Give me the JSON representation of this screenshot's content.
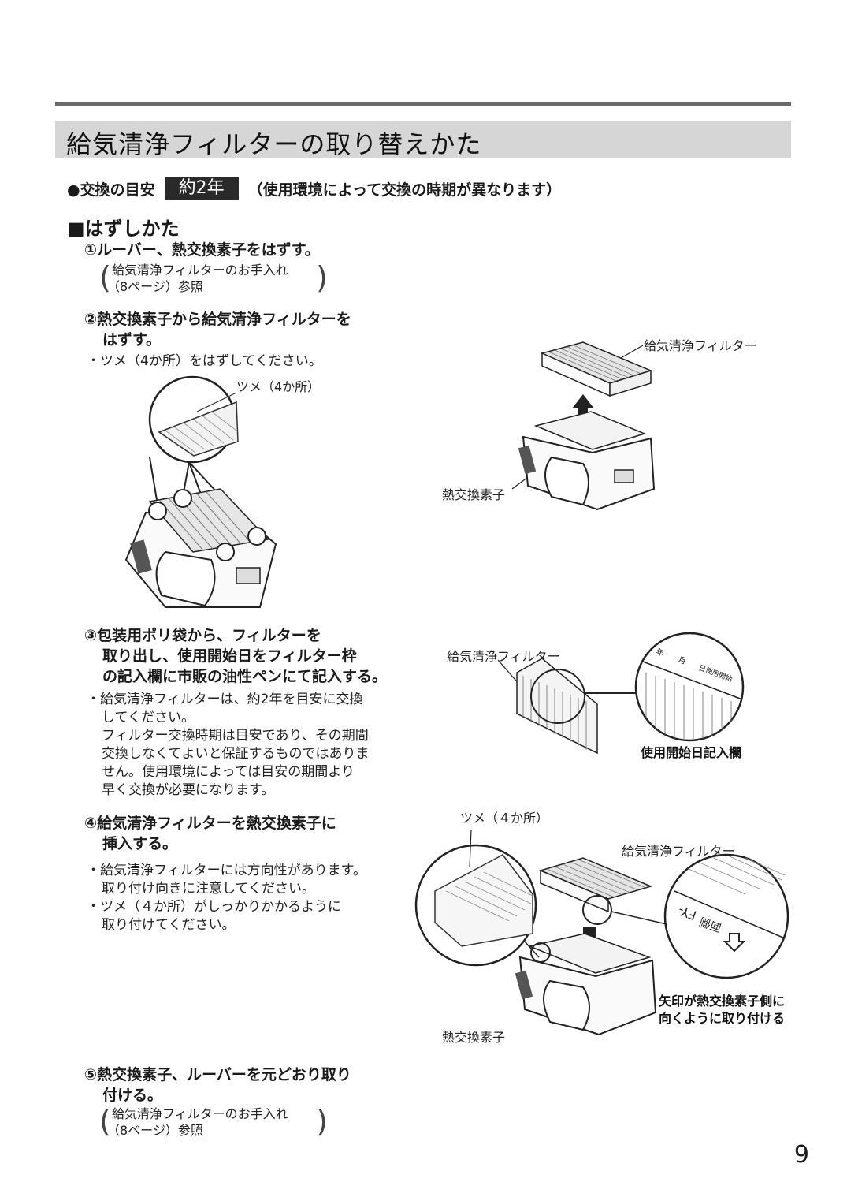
{
  "page": {
    "title": "給気清浄フィルターの取り替えかた",
    "guide": {
      "prefix": "●交換の目安",
      "badge": "約2年",
      "suffix": "（使用環境によって交換の時期が異なります）"
    },
    "section_heading": "■はずしかた",
    "page_number": "9"
  },
  "steps": {
    "s1": {
      "title": "①ルーバー、熱交換素子をはずす。",
      "ref1": "給気清浄フィルターのお手入れ",
      "ref2": "（8ページ）参照"
    },
    "s2": {
      "title1": "②熱交換素子から給気清浄フィルターを",
      "title2": "はずす。",
      "note": "・ツメ（4か所）をはずしてください。"
    },
    "s3": {
      "title1": "③包装用ポリ袋から、フィルターを",
      "title2": "取り出し、使用開始日をフィルター枠",
      "title3": "の記入欄に市販の油性ペンにて記入する。",
      "note1": "・給気清浄フィルターは、約2年を目安に交換",
      "note2": "してください。",
      "note3": "フィルター交換時期は目安であり、その期間",
      "note4": "交換しなくてよいと保証するものではありま",
      "note5": "せん。使用環境によっては目安の期間より",
      "note6": "早く交換が必要になります。"
    },
    "s4": {
      "title1": "④給気清浄フィルターを熱交換素子に",
      "title2": "挿入する。",
      "note1": "・給気清浄フィルターには方向性があります。",
      "note2": "取り付け向きに注意してください。",
      "note3": "・ツメ（４か所）がしっかりかかるように",
      "note4": "取り付けてください。"
    },
    "s5": {
      "title1": "⑤熱交換素子、ルーバーを元どおり取り",
      "title2": "付ける。",
      "ref1": "給気清浄フィルターのお手入れ",
      "ref2": "（8ページ）参照"
    }
  },
  "figures": {
    "f1": {
      "tsume": "ツメ（4か所）"
    },
    "f2": {
      "filter": "給気清浄フィルター",
      "element": "熱交換素子"
    },
    "f3": {
      "filter": "給気清浄フィルター",
      "date_field": "使用開始日記入欄",
      "year": "年",
      "month": "月",
      "day": "日使用開始"
    },
    "f4": {
      "tsume": "ツメ（４か所）",
      "filter": "給気清浄フィルター",
      "element": "熱交換素子",
      "note1": "矢印が熱交換素子側に",
      "note2": "向くように取り付ける",
      "mark": "FY-",
      "mark2": "面側"
    }
  }
}
